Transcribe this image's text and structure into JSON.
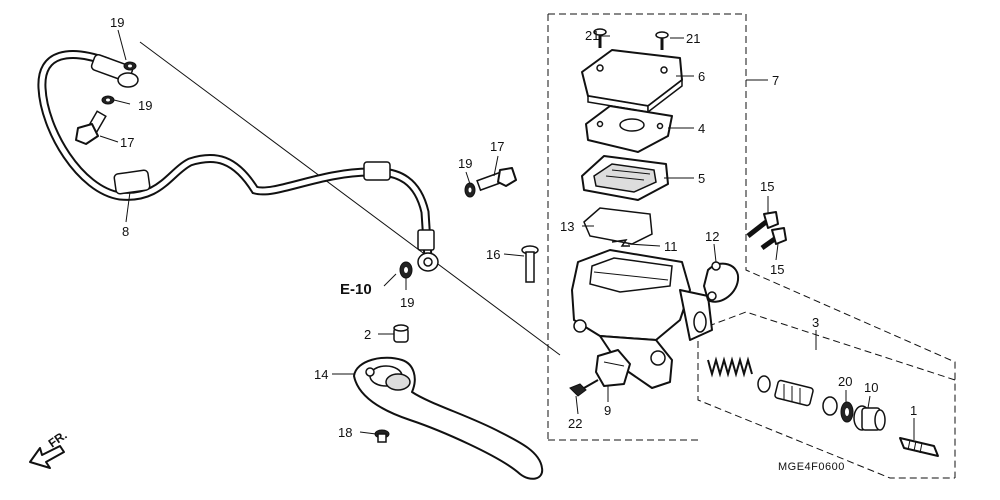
{
  "diagram": {
    "catalog_code": "MGE4F0600",
    "reference_label": "E-10",
    "direction_label": "FR.",
    "callouts": {
      "c1": "1",
      "c2": "2",
      "c3": "3",
      "c4": "4",
      "c5": "5",
      "c6": "6",
      "c7": "7",
      "c8": "8",
      "c9": "9",
      "c10": "10",
      "c11": "11",
      "c12": "12",
      "c13": "13",
      "c14": "14",
      "c15a": "15",
      "c15b": "15",
      "c16": "16",
      "c17a": "17",
      "c17b": "17",
      "c18": "18",
      "c19a": "19",
      "c19b": "19",
      "c19c": "19",
      "c19d": "19",
      "c20": "20",
      "c21a": "21",
      "c21b": "21",
      "c22": "22"
    }
  }
}
